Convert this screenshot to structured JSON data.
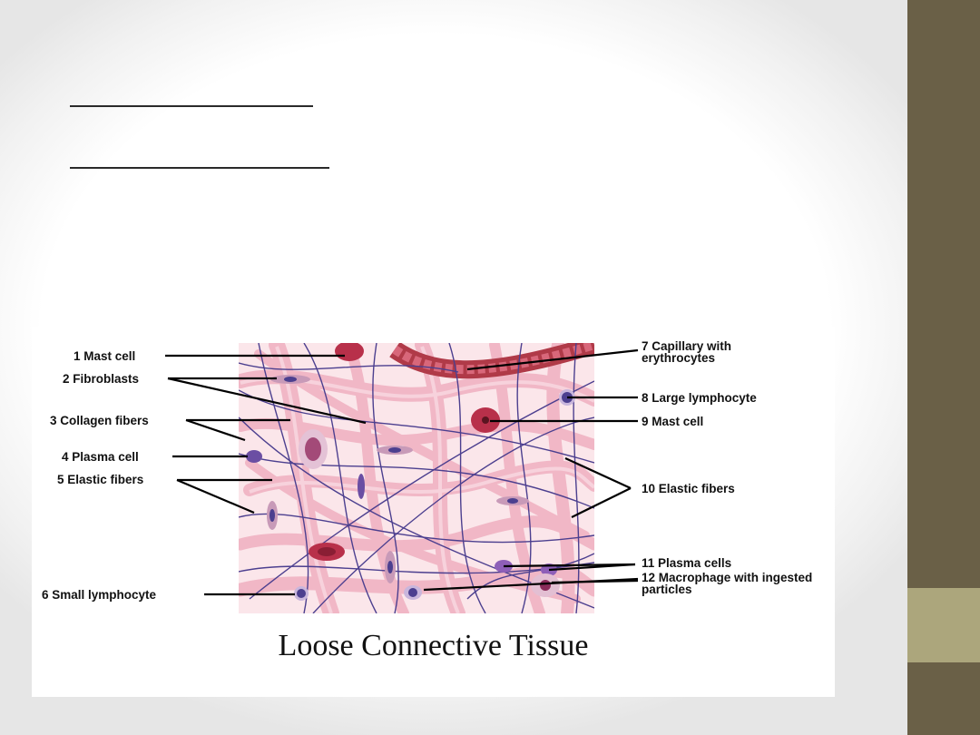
{
  "figure": {
    "caption": "Loose Connective Tissue",
    "labels": {
      "l1": "1 Mast cell",
      "l2": "2 Fibroblasts",
      "l3": "3 Collagen fibers",
      "l4": "4 Plasma cell",
      "l5": "5 Elastic fibers",
      "l6": "6 Small lymphocyte",
      "l7": "7 Capillary with erythrocytes",
      "l8": "8 Large lymphocyte",
      "l9": "9 Mast cell",
      "l10": "10 Elastic fibers",
      "l11": "11 Plasma cells",
      "l12": "12 Macrophage with ingested particles"
    }
  },
  "colors": {
    "band_dark": "#6a6047",
    "band_light": "#aca67c",
    "collagen": "#f0b6c4",
    "elastic": "#4c3f8f"
  }
}
